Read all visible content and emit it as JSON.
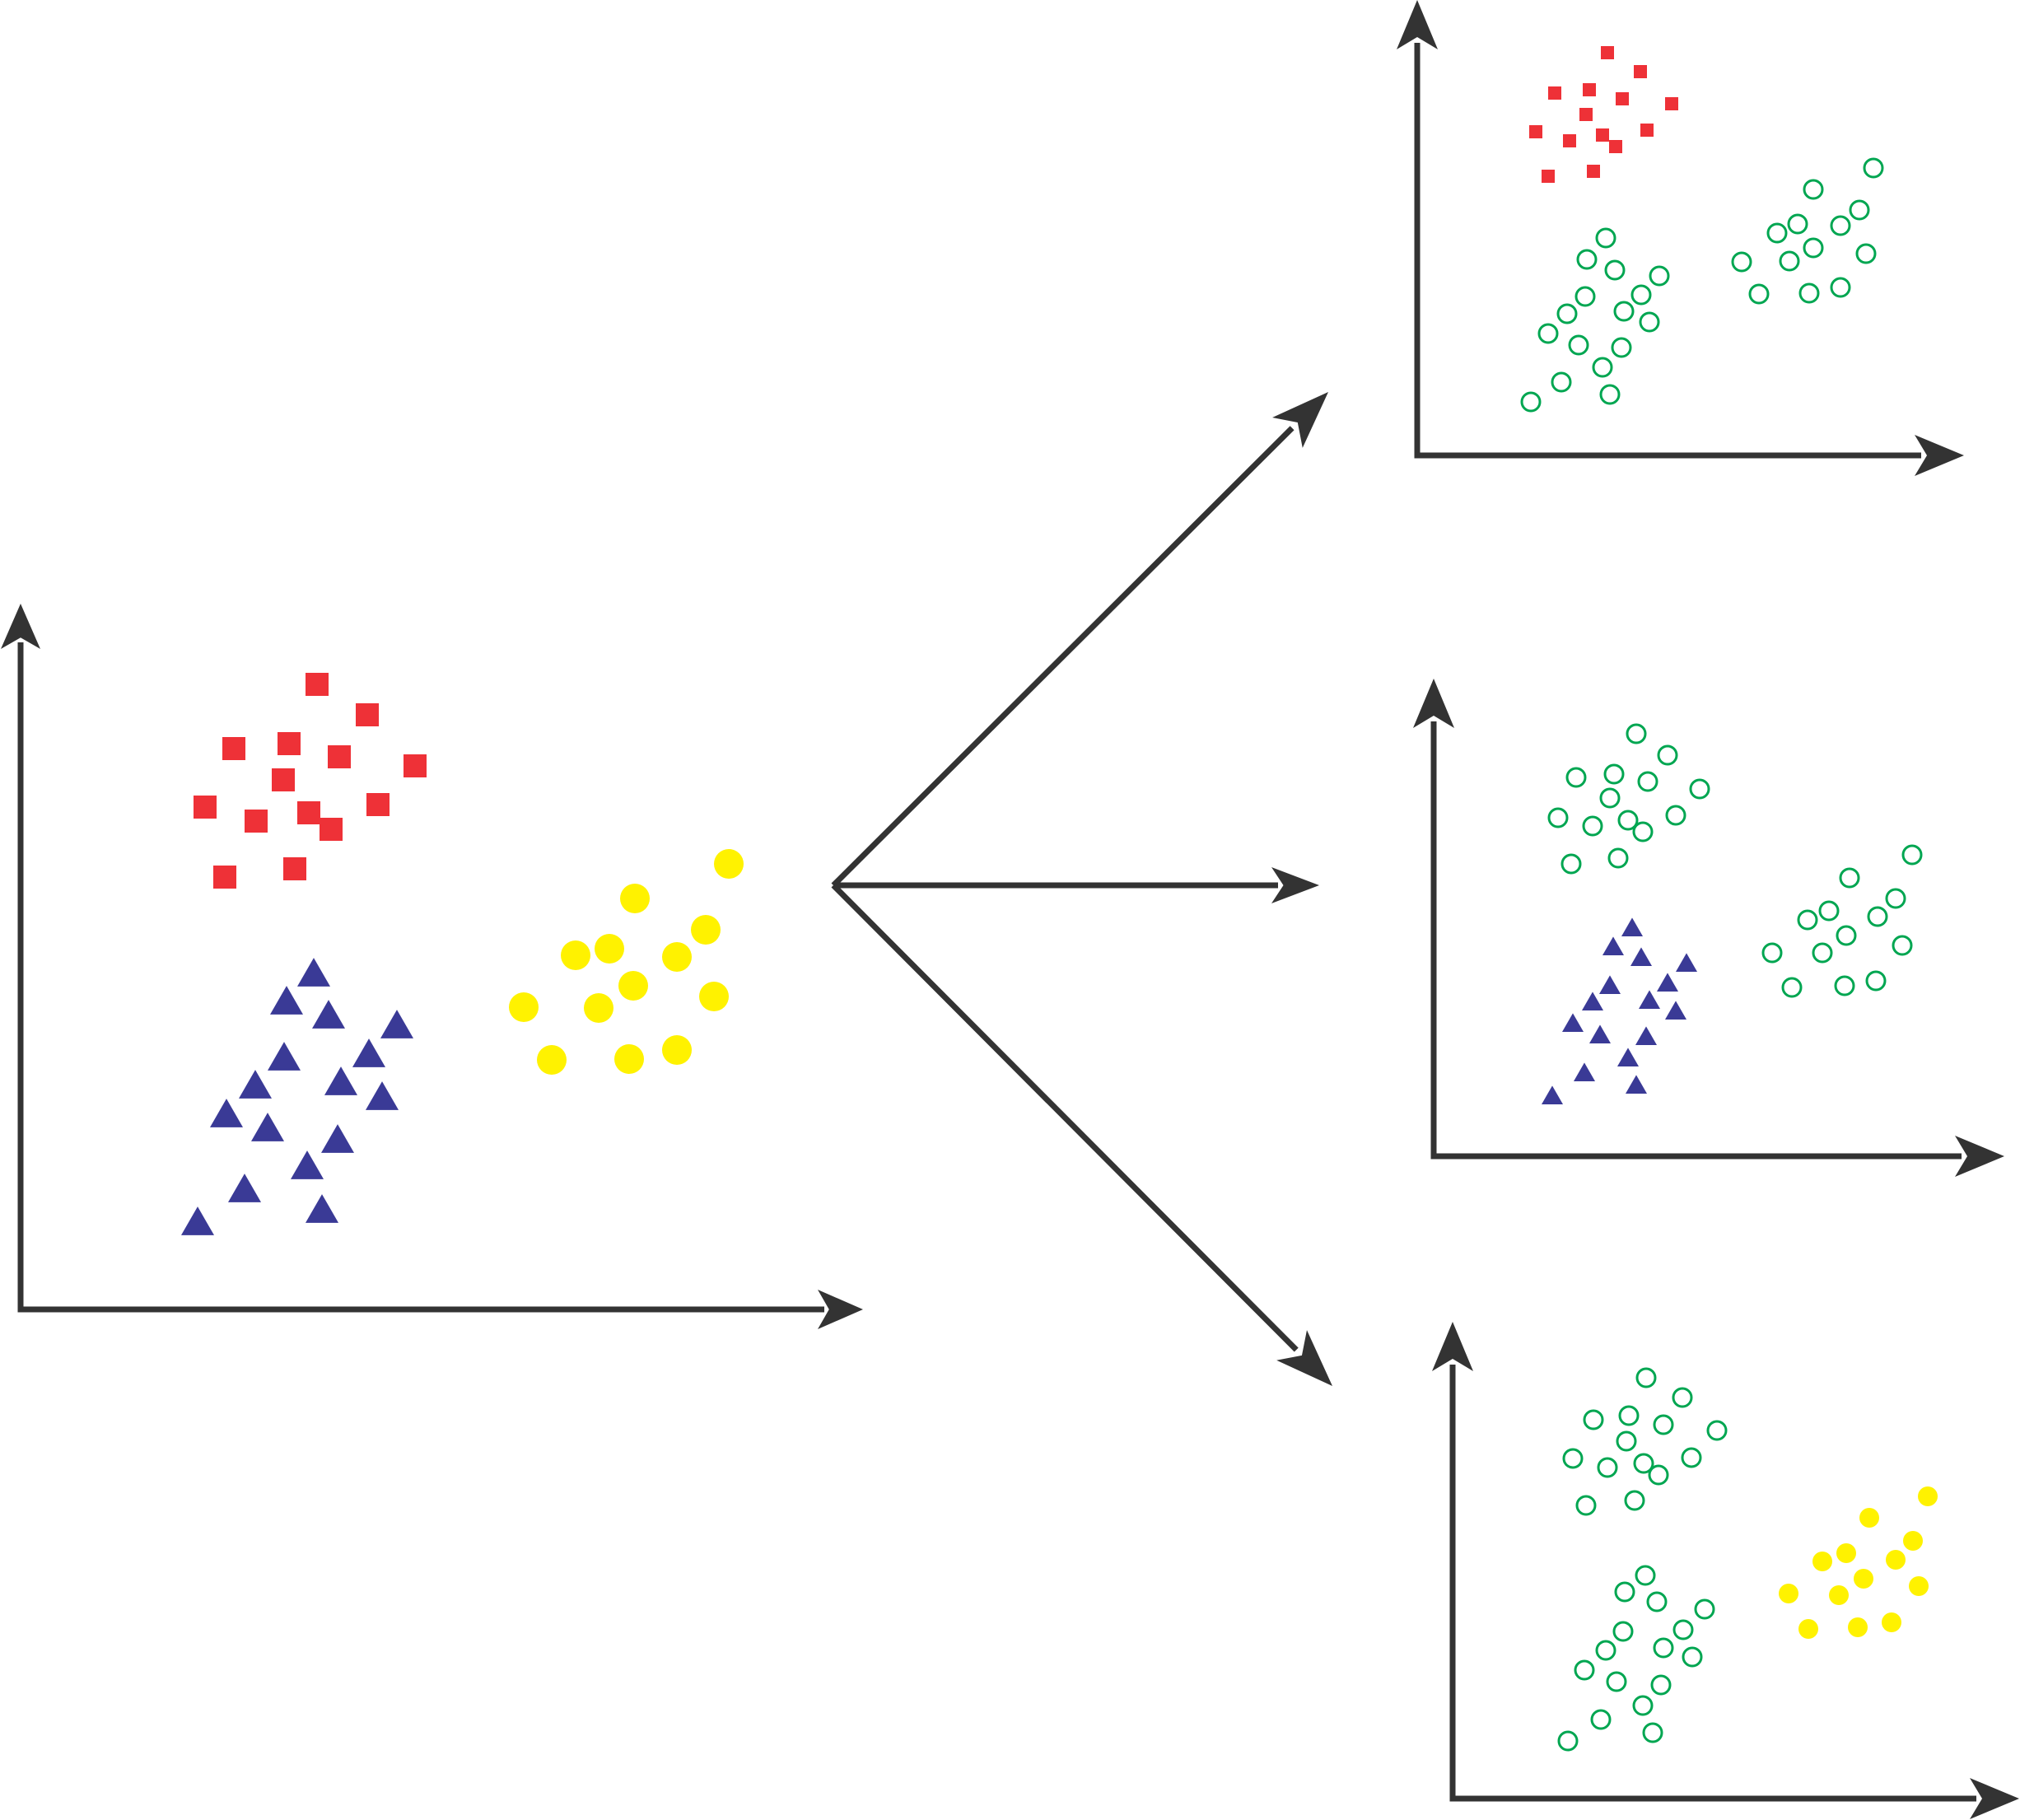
{
  "colors": {
    "axis": "#333333",
    "red_square": "#ee3137",
    "blue_triangle": "#3a3a96",
    "yellow_circle": "#fff200",
    "green_ring": "#00a651"
  },
  "marker_types": {
    "red": "filled-square",
    "blue": "filled-triangle",
    "yellow": "filled-circle",
    "green": "hollow-circle"
  },
  "structure": {
    "source_plot": {
      "clusters": [
        "red",
        "blue",
        "yellow"
      ]
    },
    "branch_arrows": 3,
    "result_plots": [
      {
        "position": "top",
        "highlighted": "red",
        "others_recolored": "green"
      },
      {
        "position": "middle",
        "highlighted": "blue",
        "others_recolored": "green"
      },
      {
        "position": "bottom",
        "highlighted": "yellow",
        "others_recolored": "green"
      }
    ]
  }
}
